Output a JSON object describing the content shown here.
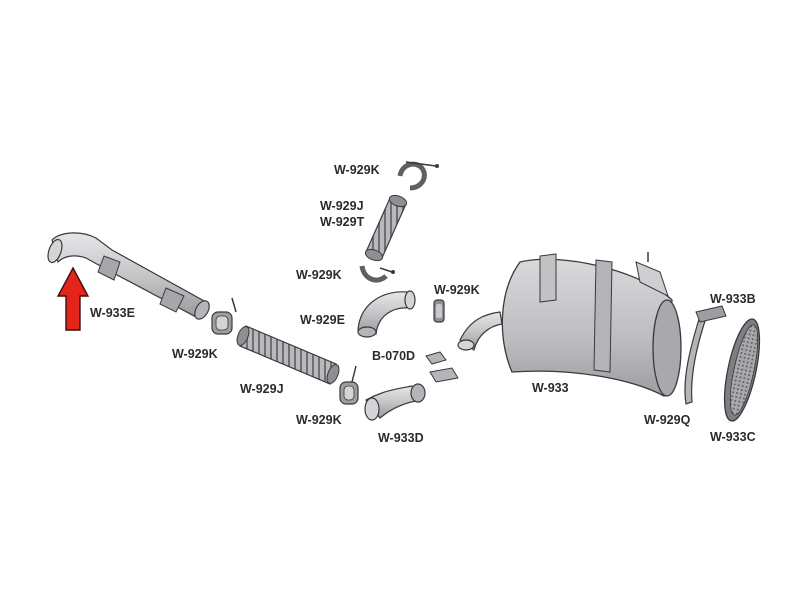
{
  "diagram": {
    "colors": {
      "part_fill": "#c9c9cc",
      "part_light": "#e4e4e6",
      "part_dark": "#8e8e93",
      "outline": "#3a3a3d",
      "arrow": "#e3241b",
      "label": "#2b2b2b"
    },
    "labels": {
      "w933e": "W-933E",
      "w929k_a": "W-929K",
      "w929j_a": "W-929J",
      "w929k_b": "W-929K",
      "w929k_top": "W-929K",
      "w929j_b": "W-929J",
      "w929t": "W-929T",
      "w929k_c": "W-929K",
      "w929e": "W-929E",
      "w929k_d": "W-929K",
      "b070d": "B-070D",
      "w933d": "W-933D",
      "w933": "W-933",
      "w933b": "W-933B",
      "w929q": "W-929Q",
      "w933c": "W-933C"
    },
    "indicator": {
      "icon": "red-up-arrow-icon"
    }
  }
}
